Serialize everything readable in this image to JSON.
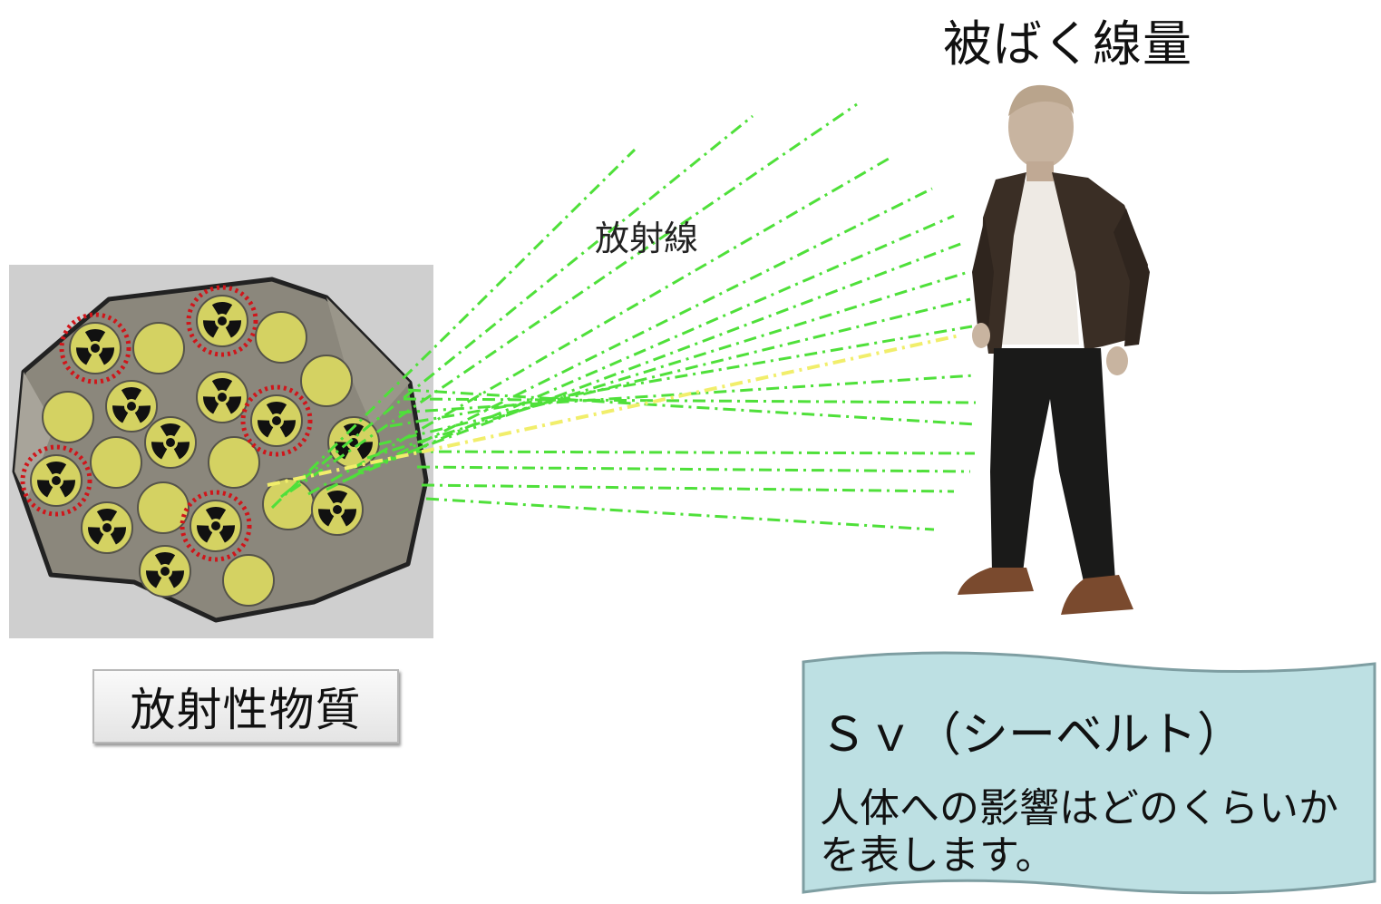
{
  "diagram": {
    "title": "被ばく線量",
    "ray_label": "放射線",
    "material_label": "放射性物質",
    "unit_card": {
      "title": "Ｓｖ（シーベルト）",
      "description": "人体への影響はどのくらいかを表します。"
    },
    "colors": {
      "rock_fill": "#8b877c",
      "rock_back": "#cfcfcf",
      "particle_fill": "#d4d262",
      "radiation_symbol": "#111111",
      "highlight_ring": "#d0151a",
      "ray_green": "#4fe03a",
      "ray_yellow": "#f1ee6b",
      "card_fill": "#bde0e3",
      "jacket": "#3a2e25",
      "skin": "#c8b4a0",
      "pants": "#1a1a19",
      "shoes": "#7a4a2e"
    },
    "icons": [
      "radiation-trefoil-icon",
      "person-silhouette-icon"
    ]
  }
}
